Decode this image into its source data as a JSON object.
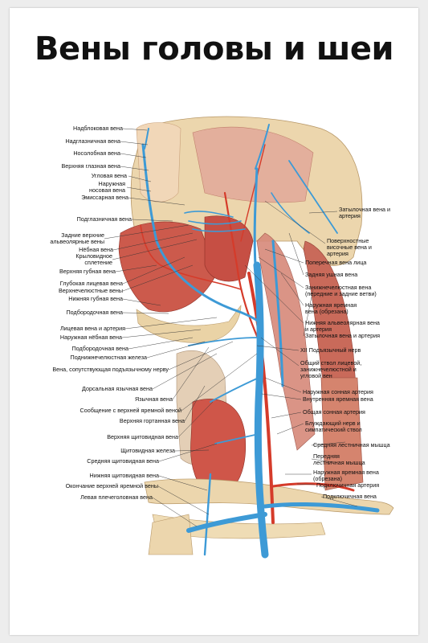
{
  "title": "Вены головы и шеи",
  "colors": {
    "vein": "#3d9ad6",
    "artery": "#d53b2a",
    "muscle": "#c8554a",
    "bone": "#e9d3a8",
    "skin": "#f0c9a0"
  },
  "labels_left": [
    "Надблоковая вена",
    "Надглазничная вена",
    "Носолобная вена",
    "Верхняя глазная вена",
    "Угловая вена",
    "Наружная носовая вена",
    "Эмиссарная вена",
    "Подглазничная вена",
    "Задние верхние альвеолярные вены",
    "Нёбная вена",
    "Крыловидное сплетение",
    "Верхняя губная вена",
    "Глубокая лицевая вена",
    "Верхнечелюстные вены",
    "Нижняя губная вена",
    "Подбородочная вена",
    "Лицевая вена и артерия",
    "Наружная нёбная вена",
    "Подбородочная вена",
    "Поднижнечелюстная железа",
    "Вена, сопутствующая подъязычному нерву",
    "Дорсальная язычная вена",
    "Язычная вена",
    "Сообщение с верхней яремной веной",
    "Верхняя гортанная вена",
    "Верхняя щитовидная вена",
    "Щитовидная железа",
    "Средняя щитовидная вена",
    "Нижняя щитовидная вена",
    "Окончание верхней яремной вены",
    "Левая плечеголовная вена"
  ],
  "labels_right": [
    "Затылочная вена и артерия",
    "Поверхностные височные вена и артерия",
    "Поперечная вена лица",
    "Задняя ушная вена",
    "Занижнечелюстная вена (передние и задние ветви)",
    "Наружная яремная вена (обрезана)",
    "Нижняя альвеолярная вена и артерия",
    "Затылочная вена и артерия",
    "XII Подъязычный нерв",
    "Общий ствол лицевой, занижнечелюстной и угловой вен",
    "Наружная сонная артерия",
    "Внутренняя яремная вена",
    "Общая сонная артерия",
    "Блуждающий нерв и симпатический ствол",
    "Средняя лестничная мышца",
    "Передняя лестничная мышца",
    "Наружная яремная вена (обрезана)",
    "Подключичная артерия",
    "Подключичная вена"
  ]
}
